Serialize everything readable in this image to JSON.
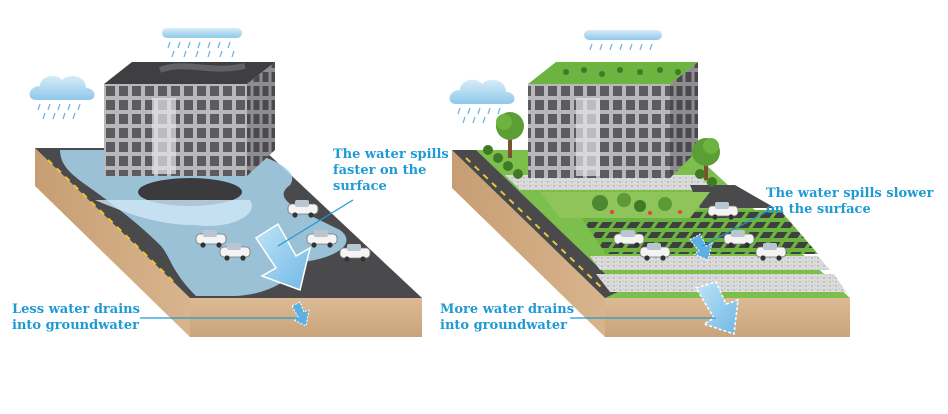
{
  "left_panel": {
    "callout_surface": [
      "The water spills",
      "faster on the",
      "surface"
    ],
    "callout_ground": [
      "Less water drains",
      "into groundwater"
    ]
  },
  "right_panel": {
    "callout_surface": [
      "The water spills slower",
      "on the surface"
    ],
    "callout_ground": [
      "More water drains",
      "into groundwater"
    ]
  },
  "colors": {
    "accent_text": "#1e9ad6",
    "water": "#8fcbea",
    "soil": "#d8b48c",
    "asphalt": "#4a4a4c",
    "grass": "#6db33f",
    "building": "#9a9a9c"
  },
  "icons": [
    "rain-cloud-icon",
    "building-icon",
    "car-icon",
    "tree-icon",
    "water-arrow-icon"
  ]
}
